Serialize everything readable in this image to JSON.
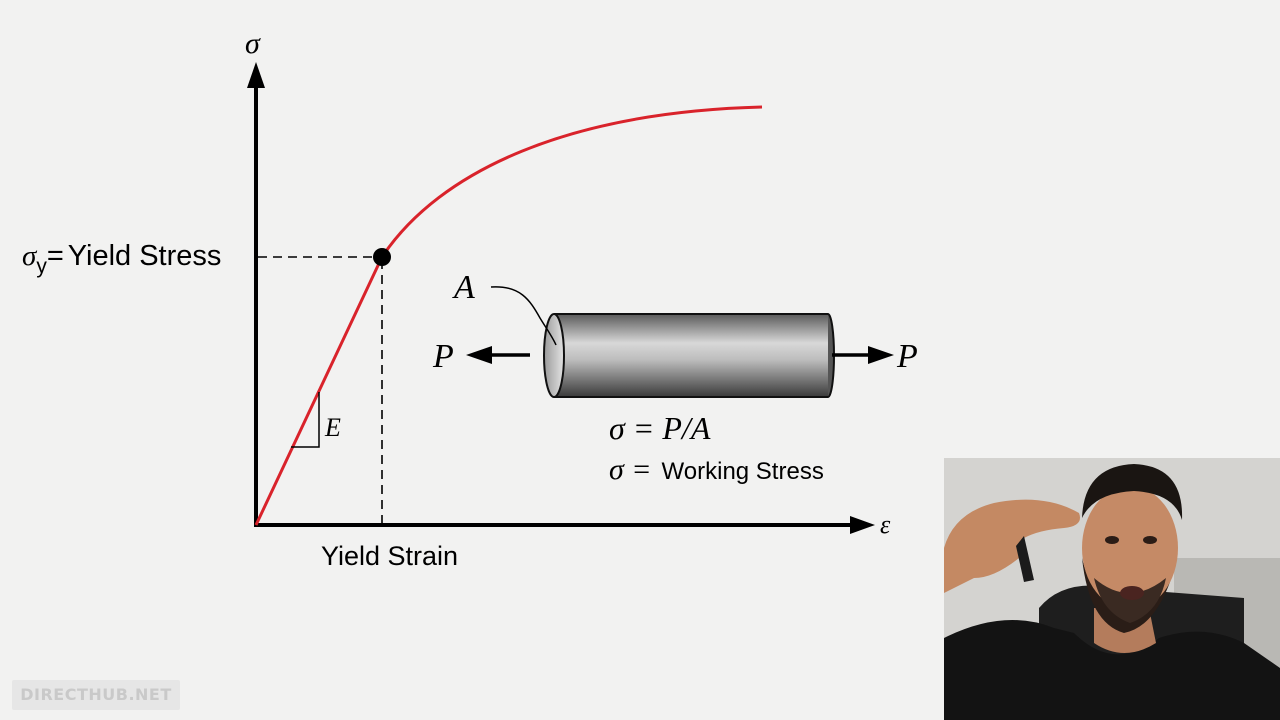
{
  "diagram": {
    "y_axis_symbol": "σ",
    "x_axis_symbol": "ε",
    "yield_stress": {
      "symbol": "σ",
      "subscript": "y",
      "equals": "=",
      "text": "Yield Stress"
    },
    "yield_strain_label": "Yield Strain",
    "slope_label": "E",
    "area_label": "A",
    "force_left": "P",
    "force_right": "P",
    "equation_1": "σ = P/A",
    "equation_2": {
      "symbol": "σ =",
      "text": "Working Stress"
    },
    "curve_color": "#d9232b"
  },
  "watermark": "DIRECTHUB.NET",
  "webcam": {
    "description_icon": "presenter-video-icon"
  }
}
